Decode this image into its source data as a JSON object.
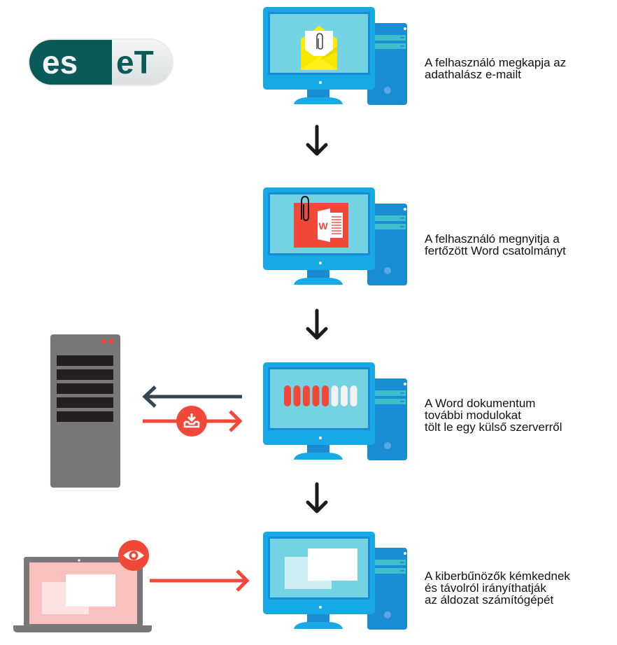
{
  "logo": {
    "text_left": "es",
    "text_right": "eT",
    "brand_color": "#0b5a5a"
  },
  "colors": {
    "monitor_frame": "#17a8e6",
    "monitor_screen": "#74d3e2",
    "tower": "#1a8cd3",
    "accent_red": "#f1483a",
    "arrow_dark": "#1b1b1b",
    "arrow_slate": "#344653",
    "server_gray": "#7a7778",
    "laptop_screen": "#f9c0c0"
  },
  "steps": [
    {
      "id": 1,
      "icon": "email-attachment-icon",
      "lines": [
        "A felhasználó megkapja az",
        "adathalász e-mailt"
      ]
    },
    {
      "id": 2,
      "icon": "word-document-icon",
      "lines": [
        "A felhasználó megnyitja a",
        "fertőzött Word csatolmányt"
      ]
    },
    {
      "id": 3,
      "icon": "download-progress-icon",
      "progress": {
        "filled": 5,
        "total": 8
      },
      "lines": [
        "A Word dokumentum",
        "további modulokat",
        "tölt le egy külső szerverről"
      ]
    },
    {
      "id": 4,
      "icon": "remote-windows-icon",
      "lines": [
        "A kiberbűnözők kémkednek",
        "és távolról irányíthatják",
        "az áldozat számítógépét"
      ]
    }
  ],
  "word_icon_letter": "W"
}
